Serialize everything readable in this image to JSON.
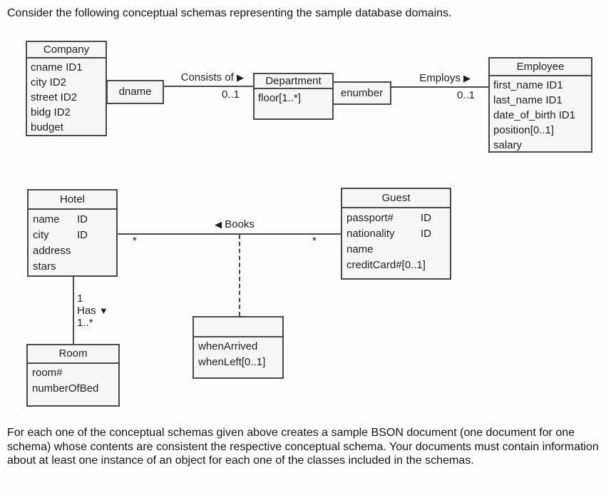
{
  "colors": {
    "background": "#fefefe",
    "box_fill": "#f6f6f6",
    "box_border": "#4a4a4a",
    "text": "#1e1e1e"
  },
  "intro_text": "Consider the following conceptual schemas representing the sample database domains.",
  "task_text": "For each one of the conceptual schemas given above creates a sample BSON document (one document for one schema) whose contents are consistent the respective conceptual schema. Your documents must contain information about at least one instance of an object for each one of the classes included in the schemas.",
  "company_schema": {
    "company": {
      "title": "Company",
      "attributes": [
        "cname ID1",
        "city ID2",
        "street ID2",
        "bidg ID2",
        "budget"
      ]
    },
    "dname_qualifier": "dname",
    "consists_of": {
      "label": "Consists of",
      "arrow": "▶",
      "multiplicity": "0..1"
    },
    "department": {
      "title": "Department",
      "attributes": [
        "floor[1..*]"
      ]
    },
    "enumber_qualifier": "enumber",
    "employs": {
      "label": "Employs",
      "arrow": "▶",
      "multiplicity": "0..1"
    },
    "employee": {
      "title": "Employee",
      "attributes": [
        "first_name ID1",
        "last_name ID1",
        "date_of_birth ID1",
        "position[0..1]",
        "salary"
      ]
    }
  },
  "hotel_schema": {
    "hotel": {
      "title": "Hotel",
      "attributes": [
        {
          "label": "name",
          "id": "ID"
        },
        {
          "label": "city",
          "id": "ID"
        },
        {
          "label": "address",
          "id": ""
        },
        {
          "label": "stars",
          "id": ""
        }
      ]
    },
    "books": {
      "arrow": "◀",
      "label": "Books",
      "left_multiplicity": "*",
      "right_multiplicity": "*"
    },
    "guest": {
      "title": "Guest",
      "attributes": [
        {
          "label": "passport#",
          "id": "ID"
        },
        {
          "label": "nationality",
          "id": "ID"
        },
        {
          "label": "name",
          "id": ""
        },
        {
          "label": "creditCard#[0..1]",
          "id": ""
        }
      ]
    },
    "has": {
      "hotel_multiplicity": "1",
      "label": "Has",
      "arrow": "▼",
      "room_multiplicity": "1..*"
    },
    "room": {
      "title": "Room",
      "attributes": [
        "room#",
        "numberOfBed"
      ]
    },
    "booking": {
      "title": "",
      "attributes": [
        "whenArrived",
        "whenLeft[0..1]"
      ]
    }
  }
}
